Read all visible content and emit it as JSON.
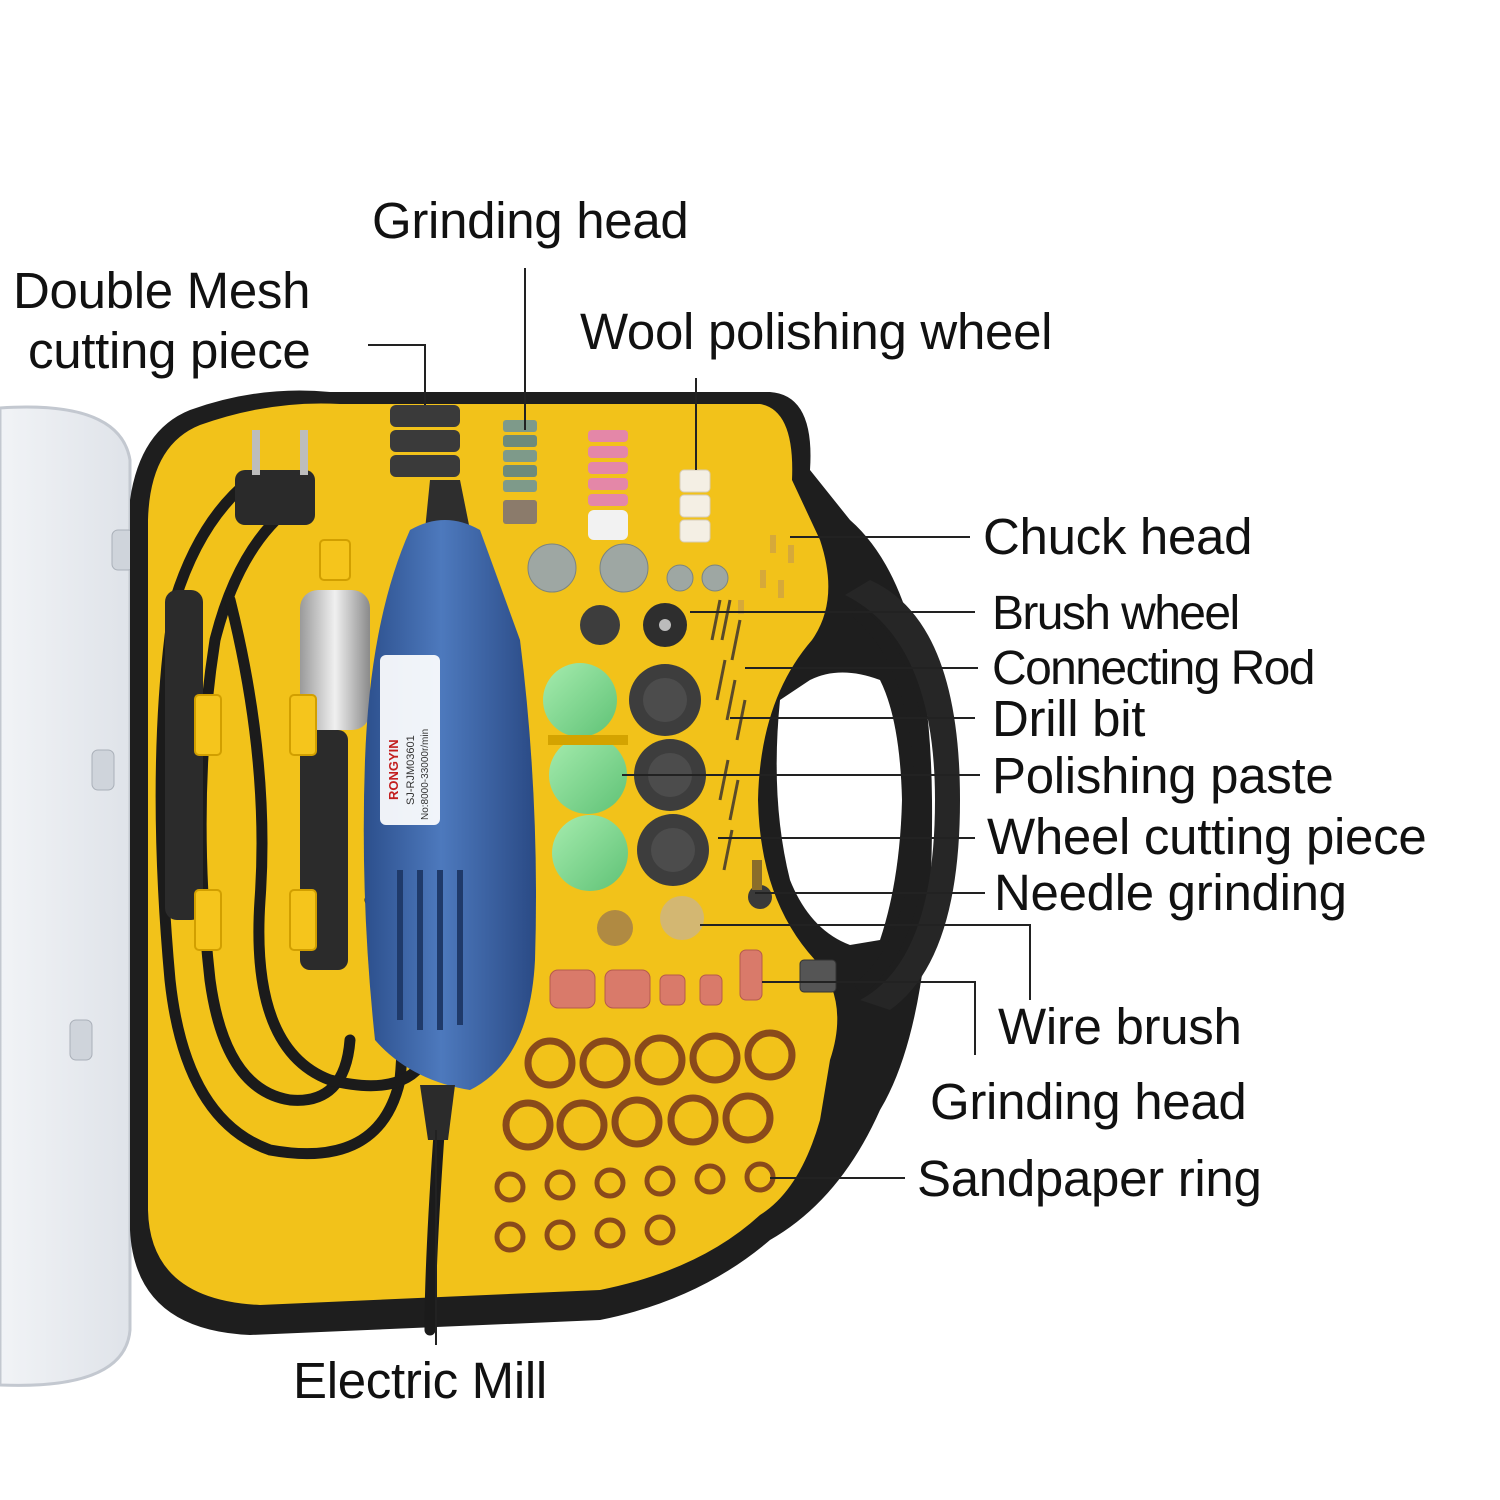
{
  "labels": {
    "double_mesh": "Double Mesh",
    "double_mesh_2": "cutting piece",
    "grinding_head_top": "Grinding head",
    "wool_polishing_wheel": "Wool polishing wheel",
    "chuck_head": "Chuck head",
    "brush_wheel": "Brush wheel",
    "connecting_rod": "Connecting Rod",
    "drill_bit": "Drill bit",
    "polishing_paste": "Polishing paste",
    "wheel_cutting_piece": "Wheel cutting piece",
    "needle_grinding": "Needle grinding",
    "wire_brush": "Wire brush",
    "grinding_head_bottom": "Grinding head",
    "sandpaper_ring": "Sandpaper ring",
    "electric_mill": "Electric Mill"
  },
  "tool_label": {
    "brand": "RONGYIN",
    "model": "SJ-RJM03601",
    "speed": "No:8000-33000r/min"
  },
  "colors": {
    "case_yellow": "#f2c21a",
    "case_black": "#1e1e1e",
    "tool_blue": "#3f67a8",
    "lid_clear": "#e6e9ee",
    "paste_green": "#8ee09a"
  }
}
